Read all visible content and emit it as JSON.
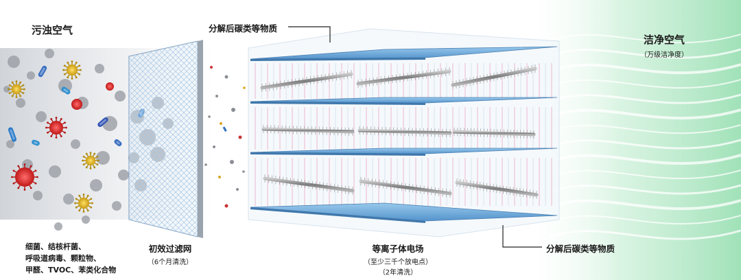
{
  "left": {
    "title": "污浊空气",
    "pollutants": [
      "细菌、结核杆菌、",
      "呼吸道病毒、颗粒物、",
      "甲醛、TVOC、苯类化合物"
    ]
  },
  "filter": {
    "title": "初效过滤网",
    "note": "（6个月清洗）"
  },
  "top_label": "分解后碳类等物质",
  "bottom_label": "分解后碳类等物质",
  "plasma": {
    "title": "等离子体电场",
    "note1": "（至少三千个放电点）",
    "note2": "（2年清洗）"
  },
  "right": {
    "title": "洁净空气",
    "note": "（万级洁净度）"
  },
  "colors": {
    "plate": "#5a9fd4",
    "electrode": "#8a8a8a",
    "discharge": "#e88ab0",
    "clean_air": "#b9e8c8"
  }
}
